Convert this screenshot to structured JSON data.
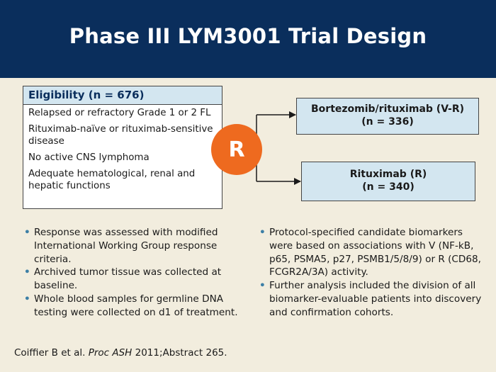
{
  "title": "Phase III LYM3001 Trial Design",
  "eligibility": {
    "header": "Eligibility (n = 676)",
    "criteria": [
      "Relapsed or refractory Grade 1 or 2 FL",
      "Rituximab-naïve or rituximab-sensitive disease",
      "No active CNS lymphoma",
      "Adequate hematological, renal and hepatic functions"
    ]
  },
  "randomization": {
    "label": "R",
    "color": "#EE6A1F"
  },
  "arms": [
    {
      "name": "Bortezomib/rituximab (V-R)",
      "n": "(n = 336)"
    },
    {
      "name": "Rituximab (R)",
      "n": "(n = 340)"
    }
  ],
  "left_bullets": [
    "Response was assessed with modified International Working Group response criteria.",
    "Archived tumor tissue was collected at baseline.",
    "Whole blood samples for germline DNA testing were collected on d1 of treatment."
  ],
  "right_bullets": [
    "Protocol-specified candidate biomarkers were based on associations with V (NF-kB, p65, PSMA5, p27, PSMB1/5/8/9) or R (CD68, FCGR2A/3A) activity.",
    "Further analysis included the division of all biomarker-evaluable patients into discovery and confirmation cohorts."
  ],
  "citation": {
    "authors": "Coiffier B et al.",
    "source": "Proc ASH",
    "detail": "2011;Abstract 265."
  },
  "colors": {
    "title_bg": "#0A2E5C",
    "slide_bg": "#F2EDDE",
    "box_fill": "#D3E6F0",
    "bullet": "#3C7FA6"
  }
}
